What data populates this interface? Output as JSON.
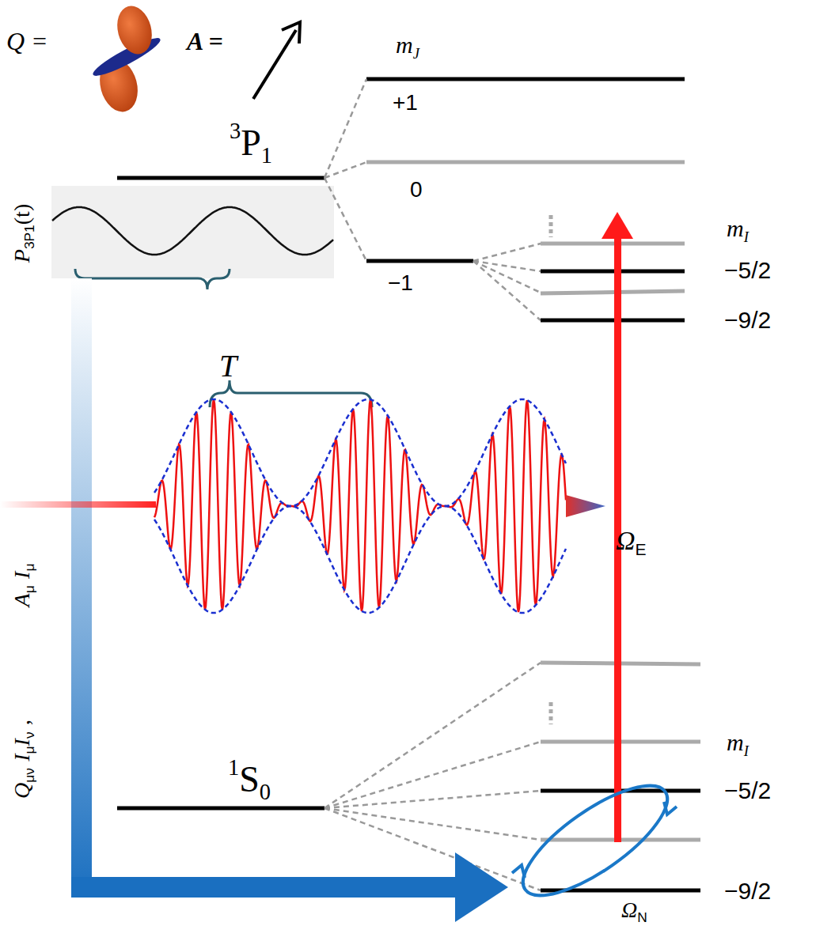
{
  "diagram": {
    "labels": [
      "Q =",
      "A =",
      "m",
      "J",
      "3",
      "P",
      "1",
      "+1",
      "0",
      "−1",
      "m",
      "I",
      "−5/2",
      "−9/2",
      "T",
      "Ω",
      "E",
      "1",
      "S",
      "0",
      "m",
      "I",
      "−5/2",
      "−9/2",
      "Ω",
      "N",
      "P",
      "3P1",
      "(t)",
      "A",
      "μ",
      "I",
      "μ",
      "Q",
      "μν",
      "I",
      "μ",
      "I",
      "ν",
      ","
    ]
  }
}
